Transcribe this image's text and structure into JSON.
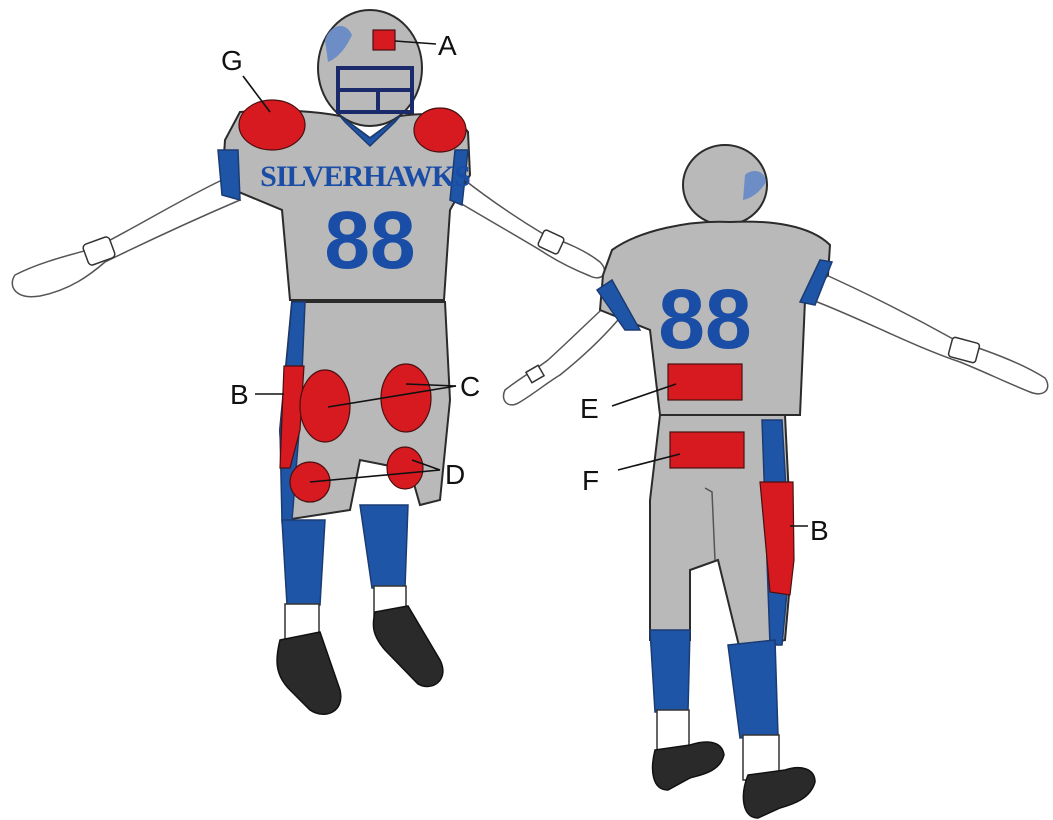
{
  "figure": {
    "front_jersey": {
      "team_name": "SILVERHAWKS",
      "number": "88"
    },
    "back_jersey": {
      "number": "88"
    },
    "labels": {
      "A": "A",
      "B_front": "B",
      "C": "C",
      "D": "D",
      "E": "E",
      "F": "F",
      "B_back": "B",
      "G": "G"
    },
    "colors": {
      "pad_red": "#d71920",
      "uniform_grey": "#b9b9b9",
      "team_blue": "#1f55a6",
      "shoe_black": "#2a2a2a"
    }
  }
}
